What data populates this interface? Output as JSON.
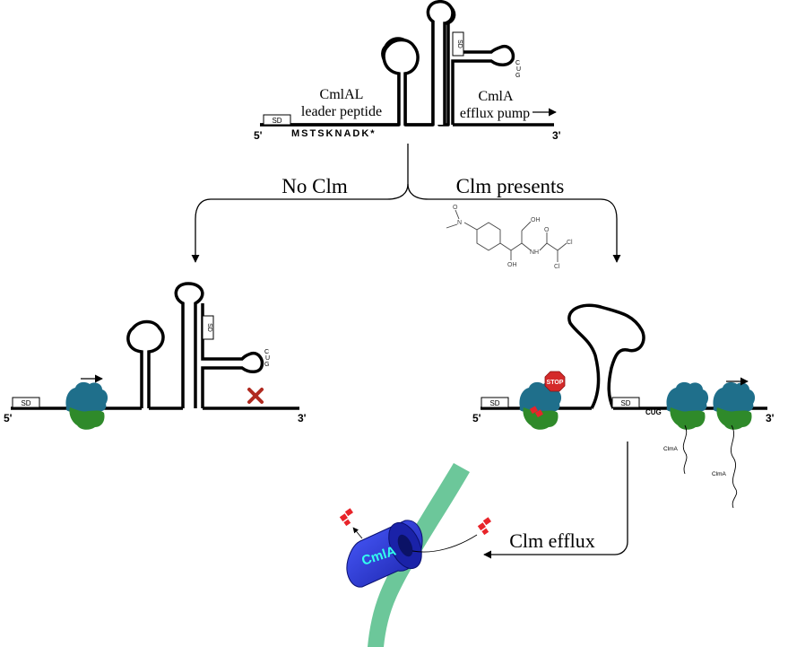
{
  "top": {
    "sd": "SD",
    "five_prime": "5'",
    "three_prime": "3'",
    "leader_line1": "CmlAL",
    "leader_line2": "leader peptide",
    "peptide_seq": "MSTSKNADK*",
    "efflux_line1": "CmlA",
    "efflux_line2": "efflux pump",
    "cug": [
      "C",
      "U",
      "G"
    ]
  },
  "branches": {
    "no_clm": "No Clm",
    "clm_presents": "Clm presents"
  },
  "molecule": {
    "labels": [
      "N",
      "O",
      "OH",
      "NH",
      "OH",
      "O",
      "Cl",
      "Cl"
    ]
  },
  "left": {
    "sd": "SD",
    "five_prime": "5'",
    "three_prime": "3'",
    "cug": [
      "C",
      "U",
      "G"
    ]
  },
  "right": {
    "sd_left": "SD",
    "sd_right": "SD",
    "five_prime": "5'",
    "three_prime": "3'",
    "stop": "STOP",
    "cug": "CUG",
    "clma_label_1": "ClmA",
    "clma_label_2": "ClmA"
  },
  "bottom": {
    "pump_label": "CmlA",
    "efflux_label": "Clm efflux"
  },
  "colors": {
    "ribosome_large": "#1f6f8b",
    "ribosome_small": "#2f8a2a",
    "drug": "#e8242a",
    "stop_sign": "#d42a2a",
    "cross": "#b02a20",
    "membrane": "#6cc79a",
    "pump": "#2233d0",
    "pump_text": "#33ffee"
  }
}
